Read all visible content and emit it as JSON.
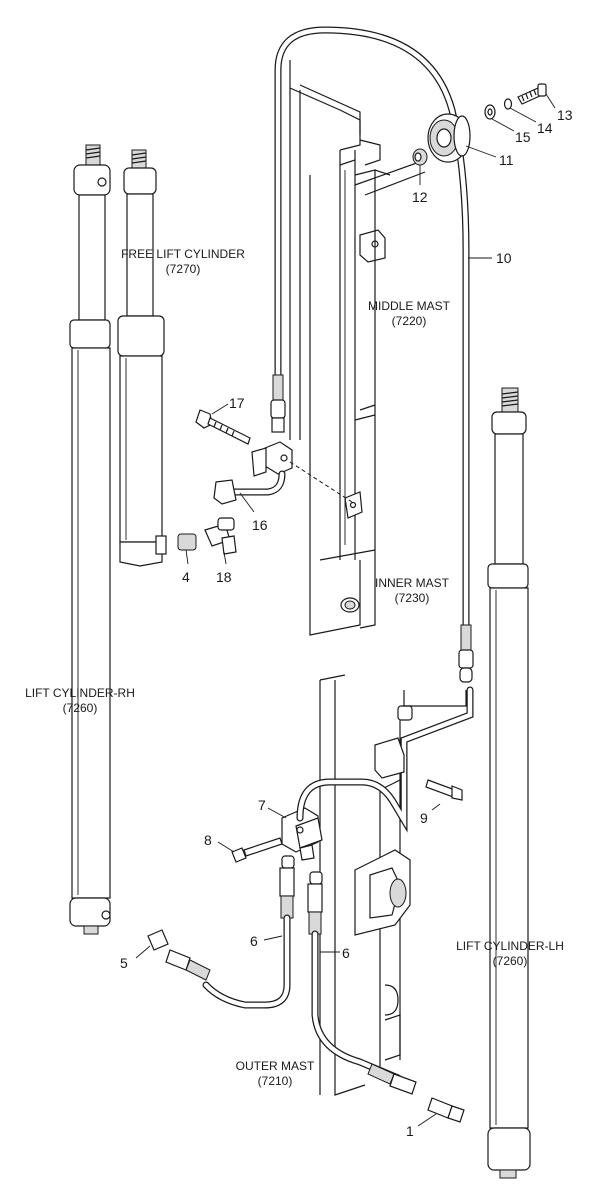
{
  "labels": {
    "free_lift_cylinder": "FREE LIFT CYLINDER",
    "free_lift_cylinder_code": "(7270)",
    "middle_mast": "MIDDLE MAST",
    "middle_mast_code": "(7220)",
    "inner_mast": "INNER MAST",
    "inner_mast_code": "(7230)",
    "lift_cylinder_rh": "LIFT CYLINDER-RH",
    "lift_cylinder_rh_code": "(7260)",
    "lift_cylinder_lh": "LIFT CYLINDER-LH",
    "lift_cylinder_lh_code": "(7260)",
    "outer_mast": "OUTER MAST",
    "outer_mast_code": "(7210)"
  },
  "callouts": {
    "c1": "1",
    "c4": "4",
    "c5": "5",
    "c6a": "6",
    "c6b": "6",
    "c7": "7",
    "c8": "8",
    "c9": "9",
    "c10": "10",
    "c11": "11",
    "c12": "12",
    "c13": "13",
    "c14": "14",
    "c15": "15",
    "c16": "16",
    "c17": "17",
    "c18": "18"
  }
}
